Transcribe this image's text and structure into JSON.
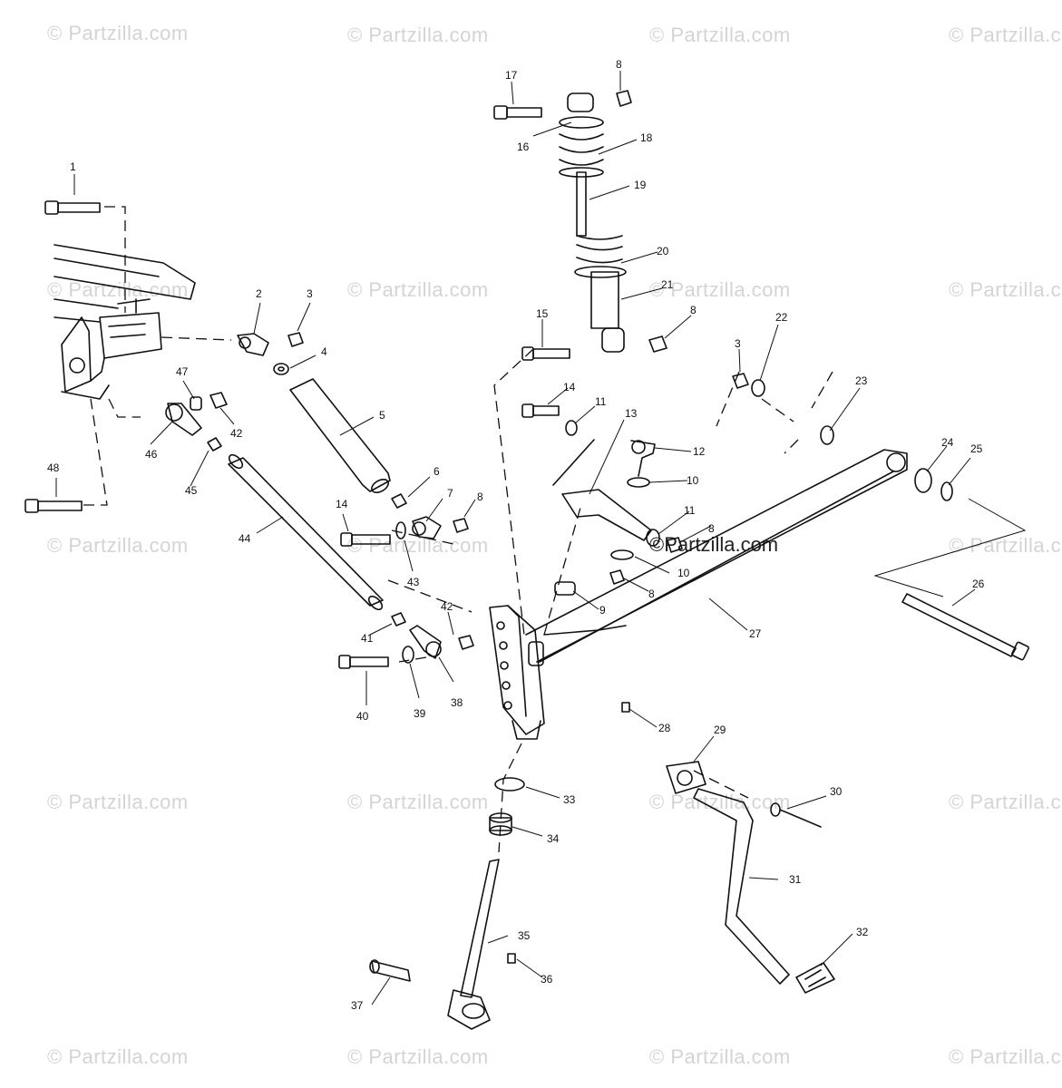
{
  "watermark": {
    "text": "© Partzilla.com",
    "center_text": "©Partzilla.com"
  },
  "callouts": [
    {
      "id": "1",
      "text": "1"
    },
    {
      "id": "2",
      "text": "2"
    },
    {
      "id": "3a",
      "text": "3"
    },
    {
      "id": "3b",
      "text": "3"
    },
    {
      "id": "4",
      "text": "4"
    },
    {
      "id": "5",
      "text": "5"
    },
    {
      "id": "6",
      "text": "6"
    },
    {
      "id": "7",
      "text": "7"
    },
    {
      "id": "8a",
      "text": "8"
    },
    {
      "id": "8b",
      "text": "8"
    },
    {
      "id": "8c",
      "text": "8"
    },
    {
      "id": "8d",
      "text": "8"
    },
    {
      "id": "8e",
      "text": "8"
    },
    {
      "id": "9",
      "text": "9"
    },
    {
      "id": "10a",
      "text": "10"
    },
    {
      "id": "10b",
      "text": "10"
    },
    {
      "id": "11a",
      "text": "11"
    },
    {
      "id": "11b",
      "text": "11"
    },
    {
      "id": "12",
      "text": "12"
    },
    {
      "id": "13",
      "text": "13"
    },
    {
      "id": "14a",
      "text": "14"
    },
    {
      "id": "14b",
      "text": "14"
    },
    {
      "id": "15",
      "text": "15"
    },
    {
      "id": "16",
      "text": "16"
    },
    {
      "id": "17",
      "text": "17"
    },
    {
      "id": "18",
      "text": "18"
    },
    {
      "id": "19",
      "text": "19"
    },
    {
      "id": "20",
      "text": "20"
    },
    {
      "id": "21",
      "text": "21"
    },
    {
      "id": "22",
      "text": "22"
    },
    {
      "id": "23",
      "text": "23"
    },
    {
      "id": "24",
      "text": "24"
    },
    {
      "id": "25",
      "text": "25"
    },
    {
      "id": "26",
      "text": "26"
    },
    {
      "id": "27",
      "text": "27"
    },
    {
      "id": "28",
      "text": "28"
    },
    {
      "id": "29",
      "text": "29"
    },
    {
      "id": "30",
      "text": "30"
    },
    {
      "id": "31",
      "text": "31"
    },
    {
      "id": "32",
      "text": "32"
    },
    {
      "id": "33",
      "text": "33"
    },
    {
      "id": "34",
      "text": "34"
    },
    {
      "id": "35",
      "text": "35"
    },
    {
      "id": "36",
      "text": "36"
    },
    {
      "id": "37",
      "text": "37"
    },
    {
      "id": "38",
      "text": "38"
    },
    {
      "id": "39",
      "text": "39"
    },
    {
      "id": "40",
      "text": "40"
    },
    {
      "id": "41",
      "text": "41"
    },
    {
      "id": "42a",
      "text": "42"
    },
    {
      "id": "42b",
      "text": "42"
    },
    {
      "id": "43",
      "text": "43"
    },
    {
      "id": "44",
      "text": "44"
    },
    {
      "id": "45",
      "text": "45"
    },
    {
      "id": "46",
      "text": "46"
    },
    {
      "id": "47",
      "text": "47"
    },
    {
      "id": "48",
      "text": "48"
    }
  ]
}
